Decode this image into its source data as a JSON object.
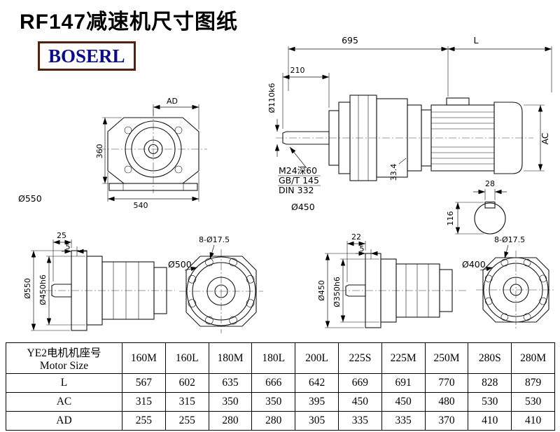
{
  "page": {
    "title": "RF147减速机尺寸图纸",
    "logo": "BOSERL"
  },
  "front_view": {
    "ad": "AD",
    "h360": "360",
    "w540": "540",
    "d550": "Ø550"
  },
  "side_view": {
    "d695": "695",
    "L": "L",
    "d210": "210",
    "shaft_dia": "Ø110k6",
    "tap": "M24深60",
    "gb": "GB/T 145",
    "din": "DIN 332",
    "d334": "33.4",
    "ac": "AC",
    "d28": "28",
    "d116": "116",
    "d450": "Ø450"
  },
  "flange_left": {
    "d25": "25",
    "d5": "5",
    "d550": "Ø550",
    "d450h6": "Ø450h6",
    "holes": "8-Ø17.5",
    "d500": "Ø500"
  },
  "flange_right": {
    "d22": "22",
    "d5": "5",
    "d450": "Ø450",
    "d350h6": "Ø350h6",
    "holes": "8-Ø17.5",
    "d400": "Ø400"
  },
  "table": {
    "header_line1": "YE2电机机座号",
    "header_line2": "Motor Size",
    "columns": [
      "160M",
      "160L",
      "180M",
      "180L",
      "200L",
      "225S",
      "225M",
      "250M",
      "280S",
      "280M"
    ],
    "rows": [
      {
        "label": "L",
        "values": [
          "567",
          "602",
          "635",
          "666",
          "642",
          "669",
          "691",
          "770",
          "828",
          "879"
        ]
      },
      {
        "label": "AC",
        "values": [
          "315",
          "315",
          "350",
          "350",
          "395",
          "450",
          "450",
          "480",
          "530",
          "530"
        ]
      },
      {
        "label": "AD",
        "values": [
          "255",
          "255",
          "280",
          "280",
          "305",
          "335",
          "335",
          "370",
          "410",
          "410"
        ]
      }
    ]
  }
}
